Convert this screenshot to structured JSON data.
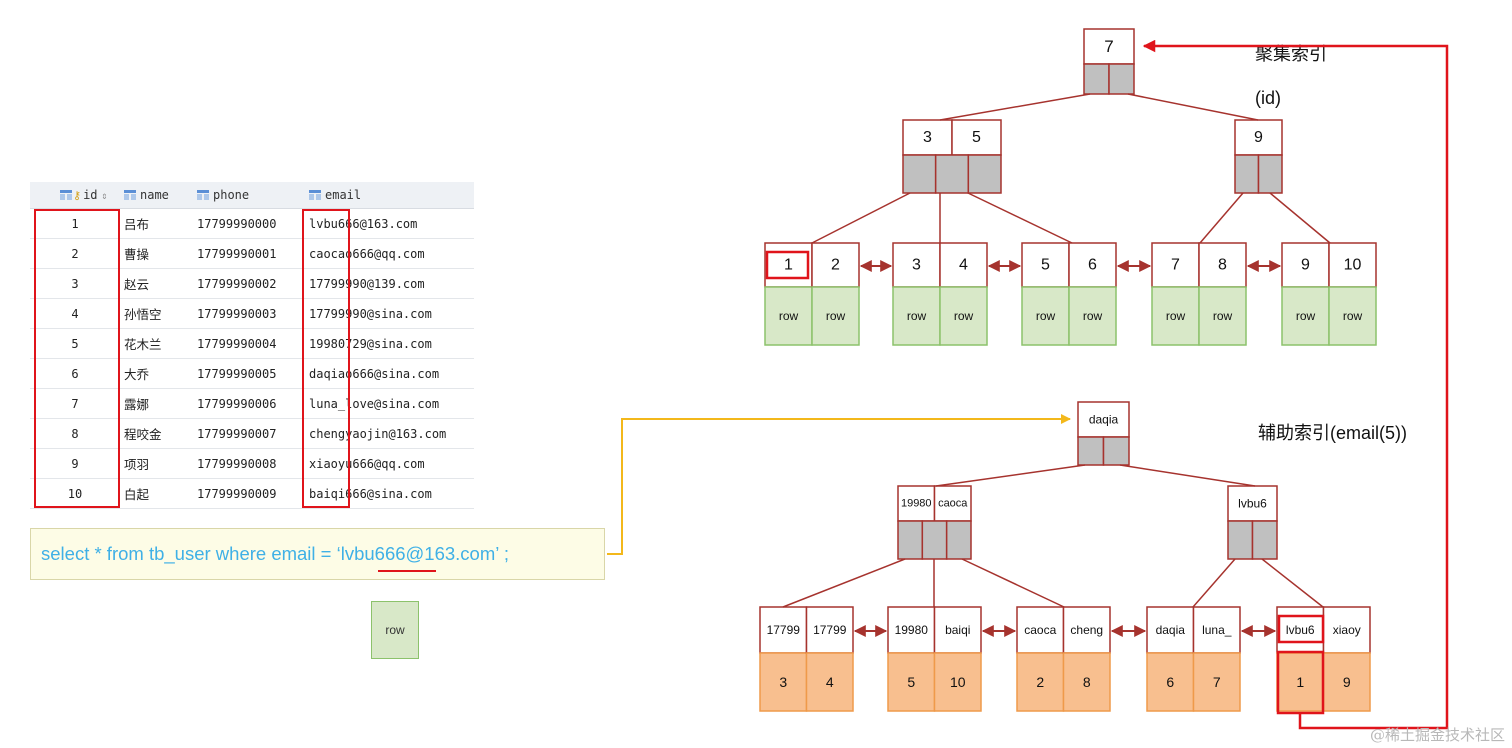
{
  "table": {
    "columns": [
      "id",
      "name",
      "phone",
      "email"
    ],
    "rows": [
      [
        "1",
        "吕布",
        "17799990000",
        "lvbu666@163.com"
      ],
      [
        "2",
        "曹操",
        "17799990001",
        "caocao666@qq.com"
      ],
      [
        "3",
        "赵云",
        "17799990002",
        "17799990@139.com"
      ],
      [
        "4",
        "孙悟空",
        "17799990003",
        "17799990@sina.com"
      ],
      [
        "5",
        "花木兰",
        "17799990004",
        "19980729@sina.com"
      ],
      [
        "6",
        "大乔",
        "17799990005",
        "daqiao666@sina.com"
      ],
      [
        "7",
        "露娜",
        "17799990006",
        "luna_love@sina.com"
      ],
      [
        "8",
        "程咬金",
        "17799990007",
        "chengyaojin@163.com"
      ],
      [
        "9",
        "项羽",
        "17799990008",
        "xiaoyu666@qq.com"
      ],
      [
        "10",
        "白起",
        "17799990009",
        "baiqi666@sina.com"
      ]
    ]
  },
  "query": {
    "sql": "select * from tb_user where email = ‘lvbu666@163.com’ ;"
  },
  "standalone_row": "row",
  "clustered_index": {
    "title": "聚集索引",
    "subtitle": "(id)",
    "root": [
      "7"
    ],
    "level2": [
      [
        "3",
        "5"
      ],
      [
        "9"
      ]
    ],
    "leaves": [
      [
        "1",
        "2"
      ],
      [
        "3",
        "4"
      ],
      [
        "5",
        "6"
      ],
      [
        "7",
        "8"
      ],
      [
        "9",
        "10"
      ]
    ],
    "leaf_data": "row"
  },
  "secondary_index": {
    "title": "辅助索引(email(5))",
    "root": [
      "daqia"
    ],
    "level2": [
      [
        "19980",
        "caoca"
      ],
      [
        "lvbu6"
      ]
    ],
    "leaves": [
      [
        "17799",
        "17799"
      ],
      [
        "19980",
        "baiqi"
      ],
      [
        "caoca",
        "cheng"
      ],
      [
        "daqia",
        "luna_"
      ],
      [
        "lvbu6",
        "xiaoy"
      ]
    ],
    "leaf_ids": [
      [
        "3",
        "4"
      ],
      [
        "5",
        "10"
      ],
      [
        "2",
        "8"
      ],
      [
        "6",
        "7"
      ],
      [
        "1",
        "9"
      ]
    ]
  },
  "colors": {
    "node_border": "#a6332e",
    "pointer_fill": "#c0c0c0",
    "row_fill": "#d8e8c8",
    "row_border": "#8cc26b",
    "id_fill": "#f8bf8f",
    "id_border": "#ef9a4a",
    "highlight": "#e0141b",
    "query_arrow": "#f3b81b",
    "sql_text": "#3fb0e6"
  },
  "watermark": "@稀土掘金技术社区"
}
